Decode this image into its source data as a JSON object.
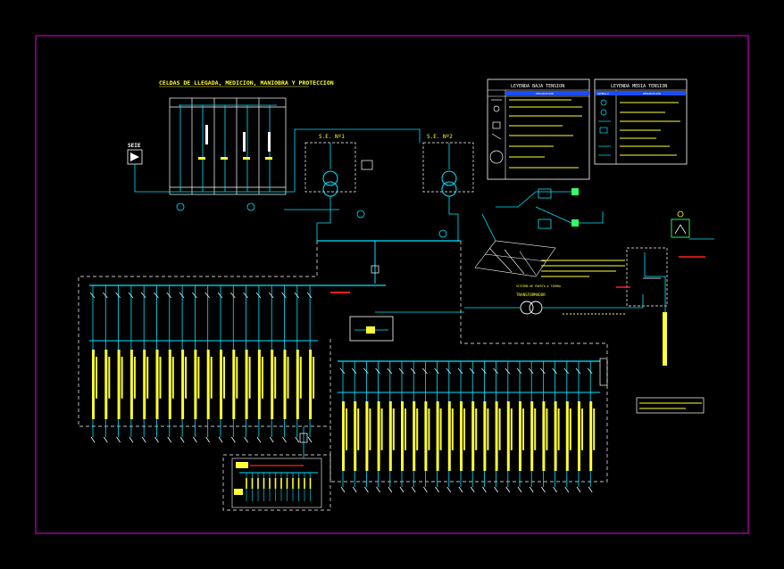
{
  "colors": {
    "background": "#000000",
    "frame": "#c000c0",
    "bus": "#00e5ff",
    "labels": "#ffff33",
    "white": "#ffffff",
    "red": "#ff2020",
    "green": "#33ff66"
  },
  "drawing": {
    "title": "CELDAS DE LLEGADA, MEDICION, MANIOBRA Y PROTECCION",
    "seie": "SEIE",
    "se1": "S.E. Nº1",
    "se2": "S.E. Nº2",
    "transformer_label": "TRANSFORMADOR",
    "grounding_label": "SISTEMA DE PUESTA A TIERRA"
  },
  "legend_bt": {
    "title": "LEYENDA BAJA TENSION",
    "col_header": "DESCRIPCION"
  },
  "legend_mt": {
    "title": "LEYENDA MEDIA TENSION",
    "col_symbol": "SIMBOLO",
    "col_desc": "DESCRIPCION"
  },
  "icons": {
    "seie": "triangle-source-icon",
    "transformer": "transformer-icon",
    "generator": "generator-icon",
    "solar_panel": "solar-panel-icon",
    "ground": "ground-icon"
  }
}
